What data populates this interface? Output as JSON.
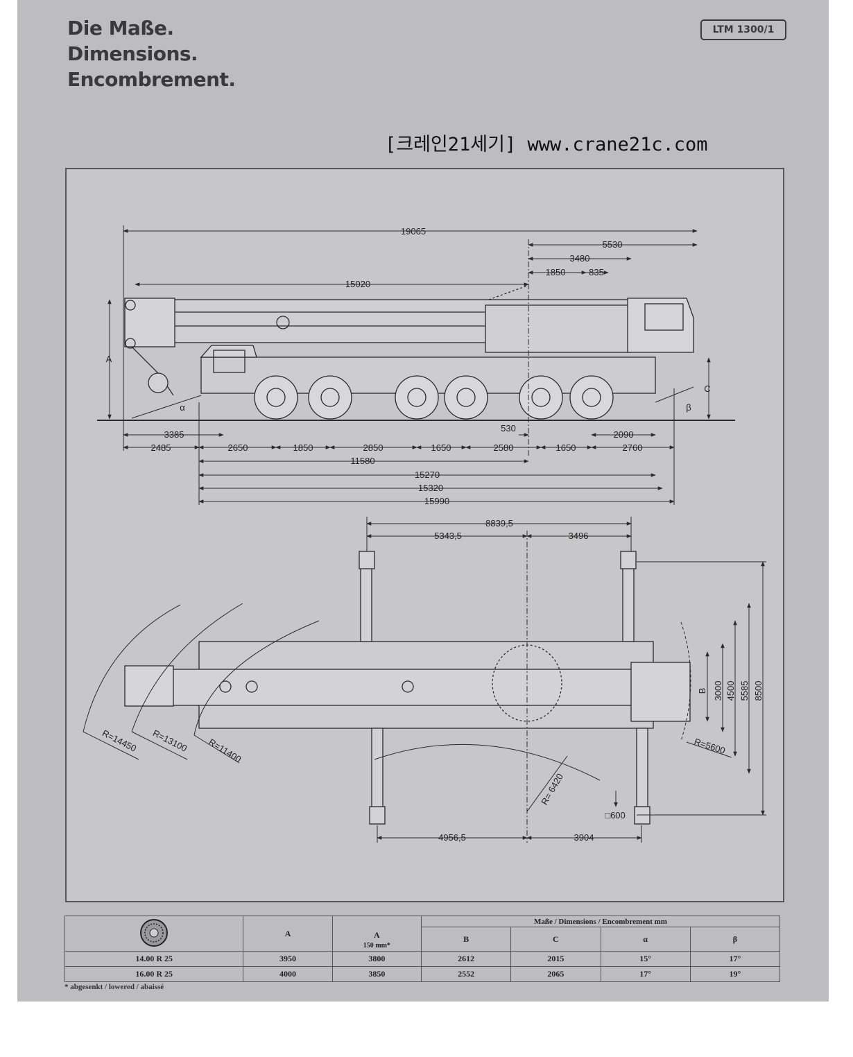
{
  "header": {
    "title_de": "Die Maße.",
    "title_en": "Dimensions.",
    "title_fr": "Encombrement.",
    "model": "LTM 1300/1",
    "brand": "[크레인21세기] www.crane21c.com"
  },
  "side_view": {
    "dims": [
      "19065",
      "5530",
      "3480",
      "1850",
      "835",
      "15020",
      "3385",
      "2485",
      "2650",
      "1850",
      "2850",
      "1650",
      "2580",
      "1650",
      "2760",
      "530",
      "2090",
      "11580",
      "15270",
      "15320",
      "15990"
    ],
    "vlabels": [
      "A",
      "C"
    ],
    "angles": [
      "α",
      "β"
    ]
  },
  "plan_view": {
    "top_dims": [
      "8839,5",
      "5343,5",
      "3496"
    ],
    "bottom_dims": [
      "4956,5",
      "3904"
    ],
    "right_dims": [
      "B",
      "3000",
      "4500",
      "5585",
      "8500"
    ],
    "radii": [
      "R=14450",
      "R=13100",
      "R=11400",
      "R= 6420",
      "R=5600"
    ],
    "pad": "□600"
  },
  "table": {
    "header_group": "Maße / Dimensions / Encombrement mm",
    "col_a": "A",
    "col_a_lowered": "A",
    "col_a_lowered_note": "150 mm*",
    "col_b": "B",
    "col_c": "C",
    "col_alpha": "α",
    "col_beta": "β",
    "rows": [
      {
        "tire": "14.00 R 25",
        "a": "3950",
        "a2": "3800",
        "b": "2612",
        "c": "2015",
        "alpha": "15°",
        "beta": "17°"
      },
      {
        "tire": "16.00 R 25",
        "a": "4000",
        "a2": "3850",
        "b": "2552",
        "c": "2065",
        "alpha": "17°",
        "beta": "19°"
      }
    ],
    "footnote": "* abgesenkt / lowered / abaissé"
  },
  "colors": {
    "sheet": "#bdbdc0",
    "panel": "#c7c7c9",
    "line": "#2a2a2a"
  }
}
